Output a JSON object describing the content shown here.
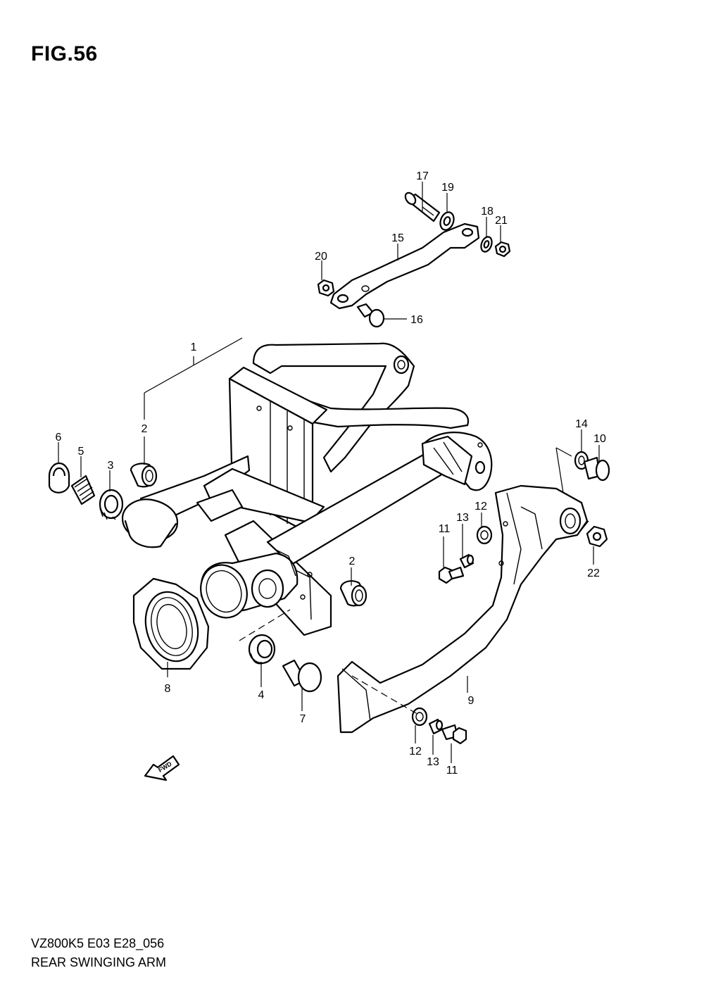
{
  "figure": {
    "title": "FIG.56",
    "model_code": "VZ800K5 E03 E28_056",
    "caption": "REAR SWINGING ARM"
  },
  "fwd_label": "FWD",
  "callouts": [
    "1",
    "2",
    "2",
    "3",
    "4",
    "5",
    "6",
    "7",
    "8",
    "9",
    "10",
    "11",
    "11",
    "12",
    "12",
    "13",
    "13",
    "14",
    "15",
    "16",
    "17",
    "18",
    "19",
    "20",
    "21",
    "22"
  ]
}
